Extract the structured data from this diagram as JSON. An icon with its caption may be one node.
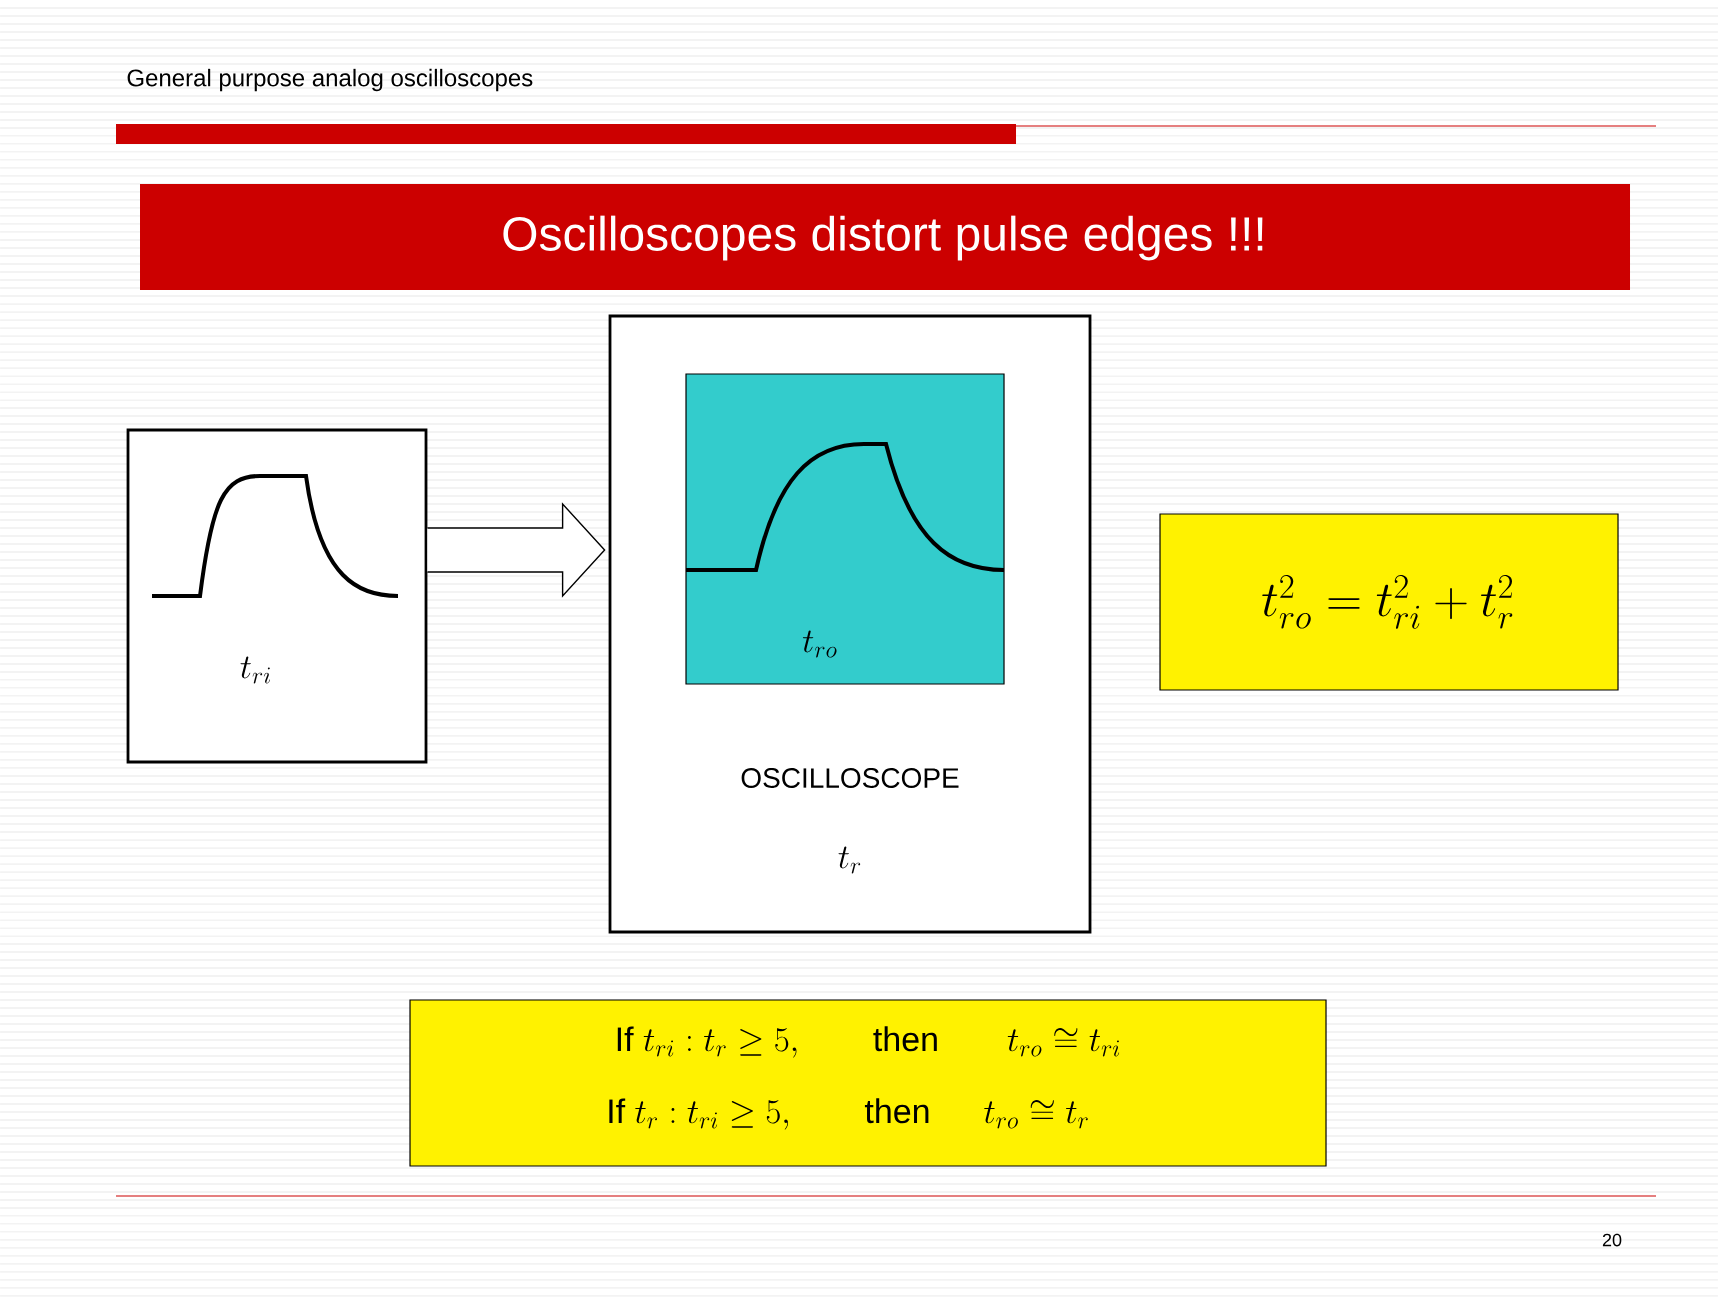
{
  "diagram": {
    "title": "Oscilloscopes distort pulse edges !!!",
    "nodes": [
      {
        "text": [
          "t_{ri}"
        ]
      },
      {
        "text": [
          "OSCILLOSCOPE",
          "t_r"
        ]
      },
      {
        "text": [
          "t_{ro}"
        ],
        "in": 1
      },
      {
        "text": [
          "t_{ro}^2 = t_{ri}^2 + t_r^2"
        ]
      },
      {
        "text": [
          "\\mathrm{If}\\ t_{ri} : t_r \\geq 5,\\qquad \\mathrm{then}\\qquad t_{ro} \\cong t_{ri}",
          "\\mathrm{If}\\ t_r : t_{ri} \\geq 5,\\qquad \\mathrm{then}\\quad\\ \\ t_{ro} \\cong t_r"
        ]
      }
    ],
    "edges": [
      {
        "from": 0,
        "to": 1,
        "arrow": "to"
      }
    ],
    "labels": [
      "General purpose analog oscilloscopes",
      "20"
    ]
  }
}
